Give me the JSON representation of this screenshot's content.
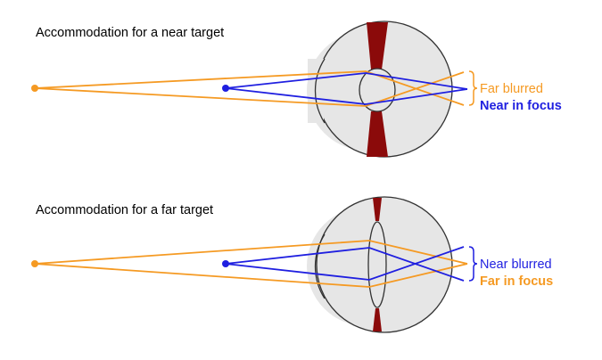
{
  "colors": {
    "far_ray": "#f59a23",
    "near_ray": "#1f1fe0",
    "eye_fill": "#e6e6e6",
    "eye_outline": "#333333",
    "iris": "#8b0a0a",
    "background": "#ffffff"
  },
  "panels": [
    {
      "title": "Accommodation for a near target",
      "label_orange": "Far blurred",
      "label_blue": "Near in focus",
      "focused": "near"
    },
    {
      "title": "Accommodation for a far target",
      "label_orange": "Far in focus",
      "label_blue": "Near blurred",
      "focused": "far"
    }
  ]
}
